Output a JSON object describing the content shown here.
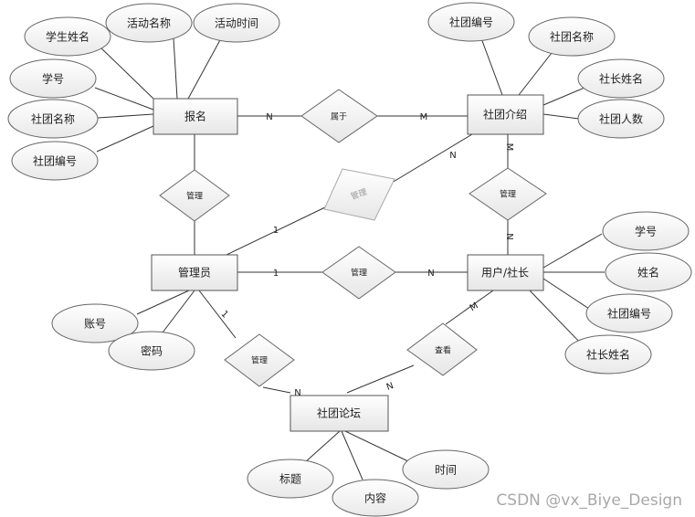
{
  "entities": {
    "signup": "报名",
    "club_intro": "社团介绍",
    "admin": "管理员",
    "user_president": "用户/社长",
    "club_forum": "社团论坛"
  },
  "relationships": {
    "belongs_to": "属于",
    "manage_signup": "管理",
    "manage_club_intro": "管理",
    "admin_manage_intro": "管理",
    "admin_manage_user": "管理",
    "admin_manage_forum": "管理",
    "user_view_forum": "查看"
  },
  "attributes": {
    "signup": [
      "学生姓名",
      "活动名称",
      "活动时间",
      "学号",
      "社团名称",
      "社团编号"
    ],
    "club_intro": [
      "社团编号",
      "社团名称",
      "社长姓名",
      "社团人数"
    ],
    "user_president": [
      "学号",
      "姓名",
      "社团编号",
      "社长姓名"
    ],
    "admin": [
      "账号",
      "密码"
    ],
    "club_forum": [
      "标题",
      "内容",
      "时间"
    ]
  },
  "cardinalities": {
    "signup_belongs": "N",
    "intro_belongs": "M",
    "intro_manage_from_admin": "N",
    "admin_manage_intro": "1",
    "intro_manage_user": "M",
    "user_manage_intro": "N",
    "admin_manage_user": "1",
    "user_manage_by_admin": "N",
    "admin_manage_forum": "1",
    "forum_manage_by_admin": "N",
    "user_view": "M",
    "forum_view": "N"
  },
  "watermark": "CSDN @vx_Biye_Design"
}
